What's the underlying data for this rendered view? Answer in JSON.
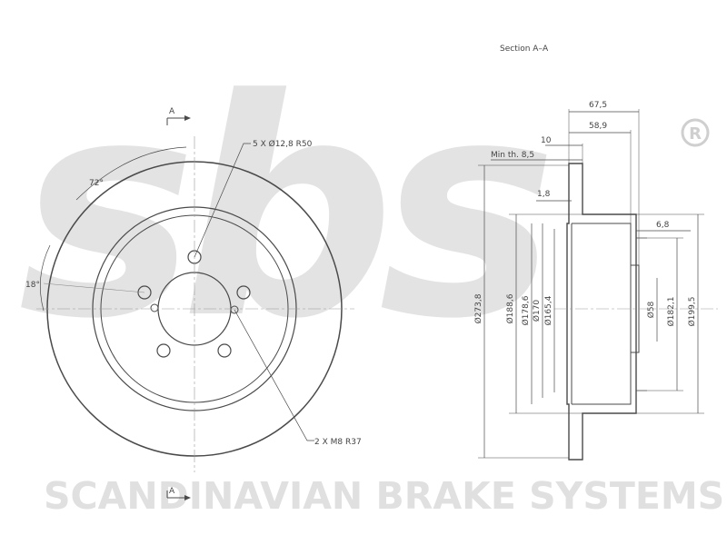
{
  "brand": {
    "logo_text": "sbs",
    "registered_mark": "R",
    "company_name": "SCANDINAVIAN BRAKE SYSTEMS",
    "watermark_color": "#e3e3e3",
    "line_color": "#4a4a4a"
  },
  "front_view": {
    "section_marker_top": "A",
    "section_marker_bottom": "A",
    "bolt_hole_callout": "5 X Ø12,8  R50",
    "thread_hole_callout": "2 X M8   R37",
    "angle_72": "72°",
    "angle_18": "18°"
  },
  "section_view": {
    "title": "Section A–A",
    "dim_67_5": "67,5",
    "dim_58_9": "58,9",
    "dim_10": "10",
    "min_thickness": "Min th. 8,5",
    "dim_1_8": "1,8",
    "dim_6_8": "6,8",
    "dia_273_8": "Ø273,8",
    "dia_188_6": "Ø188,6",
    "dia_178_6": "Ø178,6",
    "dia_170": "Ø170",
    "dia_165_4": "Ø165,4",
    "dia_58": "Ø58",
    "dia_182_1": "Ø182,1",
    "dia_199_5": "Ø199,5"
  }
}
